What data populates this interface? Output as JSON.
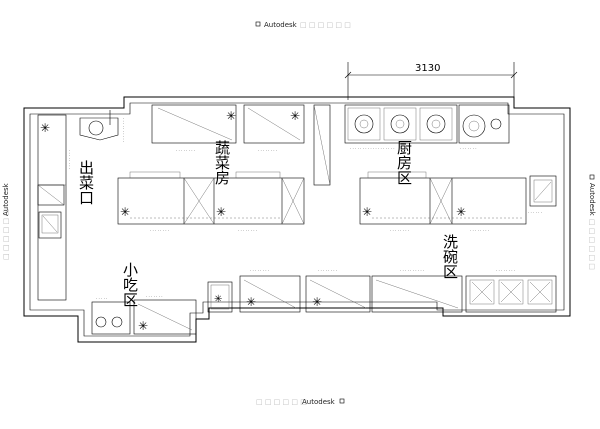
{
  "watermarks": {
    "top": "Autodesk",
    "bottom": "Autodesk",
    "right": "Autodesk",
    "left": "Autodesk"
  },
  "dimension": "3130",
  "zones": {
    "serving_exit": "出菜口",
    "veg_room": "蔬菜房",
    "hot_kitchen": "厨房区",
    "dishwashing": "洗碗区",
    "snack_area": "小吃区"
  }
}
